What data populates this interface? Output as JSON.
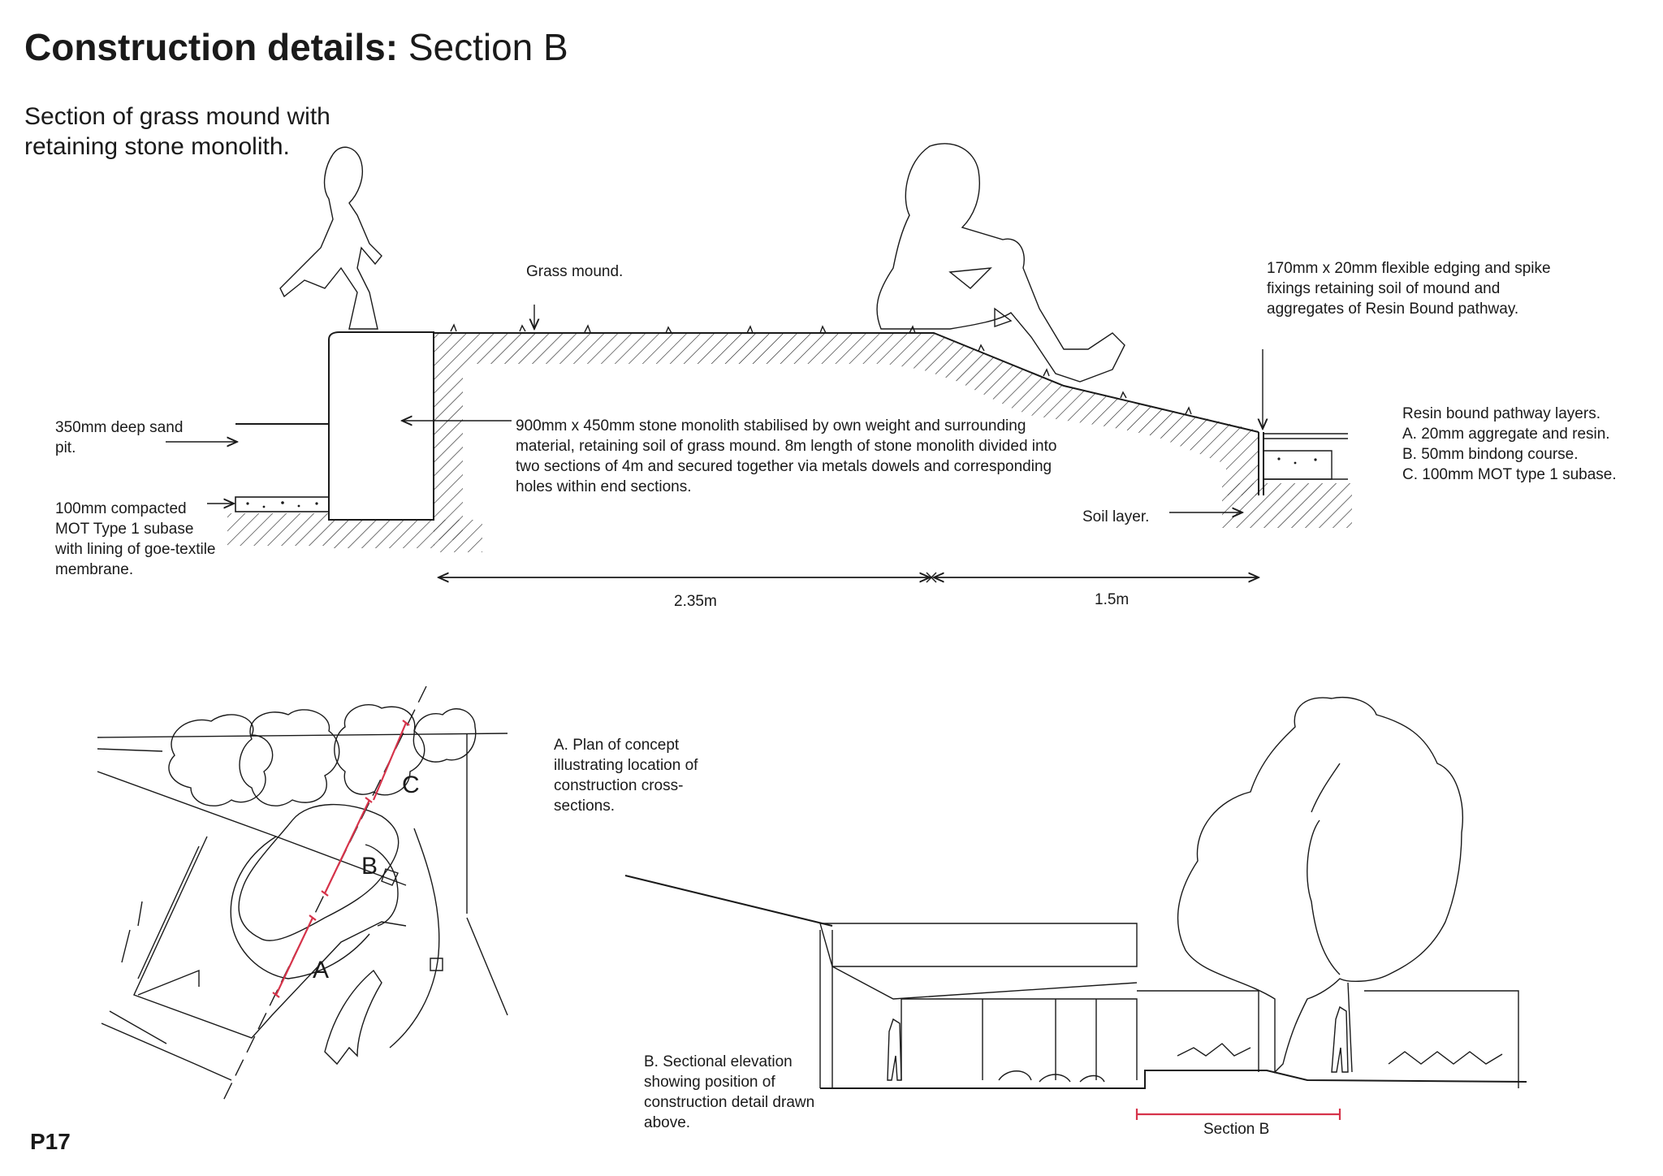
{
  "header": {
    "title_bold": "Construction details:",
    "title_rest": "Section B",
    "subtitle": "Section of grass mound with retaining stone monolith."
  },
  "section": {
    "label_grass": "Grass mound.",
    "label_edging": "170mm x 20mm flexible edging and spike fixings retaining soil of mound and aggregates of Resin Bound pathway.",
    "label_sandpit": "350mm deep sand pit.",
    "label_subbase": "100mm compacted MOT Type 1 subase with lining of goe-textile membrane.",
    "label_monolith": "900mm x 450mm stone monolith stabilised by own weight and surrounding material, retaining soil of grass mound.  8m length of stone monolith divided into two sections of 4m and secured together via metals dowels and corresponding holes within end sections.",
    "label_soil": "Soil layer.",
    "label_resin_title": "Resin bound pathway layers.",
    "label_resin_a": "A. 20mm aggregate and resin.",
    "label_resin_b": "B. 50mm bindong course.",
    "label_resin_c": "C. 100mm MOT type 1 subase.",
    "dim_left": "2.35m",
    "dim_right": "1.5m"
  },
  "plan": {
    "caption": "A. Plan of concept illustrating location of construction cross-sections.",
    "marker_a": "A",
    "marker_b": "B",
    "marker_c": "C"
  },
  "elevation": {
    "caption": "B. Sectional elevation showing position of construction detail drawn above.",
    "section_label": "Section B"
  },
  "footer": {
    "page_number": "P17"
  },
  "colors": {
    "ink": "#1a1a1a",
    "section_marker": "#d6334a",
    "background": "#ffffff"
  }
}
